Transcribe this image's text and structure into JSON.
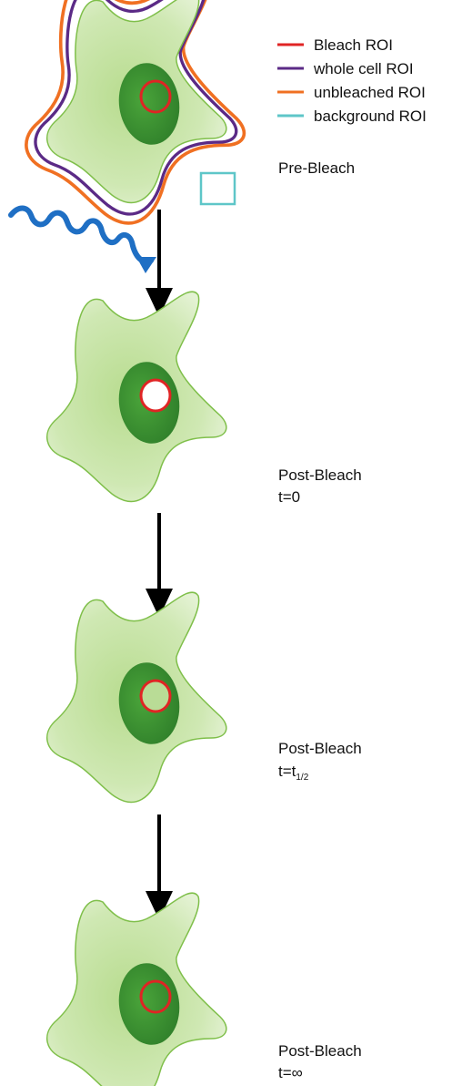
{
  "legend": [
    {
      "label": "Bleach ROI",
      "color": "#e02424"
    },
    {
      "label": "whole cell ROI",
      "color": "#5b2a86"
    },
    {
      "label": "unbleached ROI",
      "color": "#f07022"
    },
    {
      "label": "background ROI",
      "color": "#5ec6c8"
    }
  ],
  "stages": [
    {
      "line1": "Pre-Bleach",
      "t_prefix": "",
      "t_sub": ""
    },
    {
      "line1": "Post-Bleach",
      "t_prefix": "t=0",
      "t_sub": ""
    },
    {
      "line1": "Post-Bleach",
      "t_prefix": "t=t",
      "t_sub": "1/2"
    },
    {
      "line1": "Post-Bleach",
      "t_prefix": "t=∞",
      "t_sub": ""
    }
  ],
  "colors": {
    "cell_fill": "#c5e3a1",
    "cell_stroke": "#7fbf4a",
    "nucleus": "#4fa33a",
    "bleach_roi": "#e02424",
    "arrow": "#000000",
    "laser": "#1f6fc4"
  },
  "icons": {
    "laser": "wavy-laser-arrow-icon",
    "flow": "down-arrow-icon"
  }
}
